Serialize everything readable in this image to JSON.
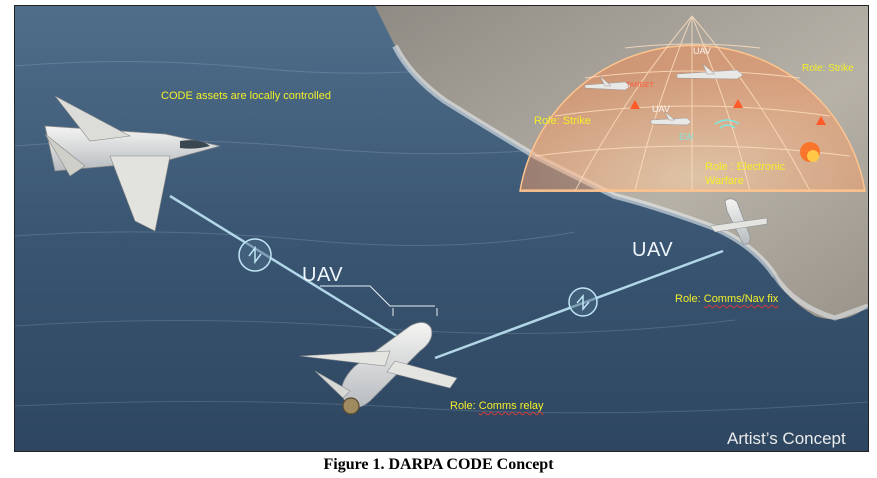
{
  "labels": {
    "code_assets": "CODE assets are locally  controlled",
    "uav_center": "UAV",
    "uav_right": "UAV",
    "role_comms_relay_prefix": "Role:  ",
    "role_comms_relay_value": "Comms relay",
    "role_comms_nav_prefix": "Role:  ",
    "role_comms_nav_value": "Comms/Nav fix",
    "role_ew_line1": "Role  :  Electronic",
    "role_ew_line2": "Warfare",
    "role_strike_left": "Role: Strike",
    "role_strike_right": "Role: Strike",
    "dome_uav": "UAV",
    "dome_uav2": "UAV",
    "dome_target": "TARGET",
    "dome_ew": "EW",
    "artist_concept": "Artist’s Concept"
  },
  "caption": "Figure 1. DARPA CODE Concept",
  "colors": {
    "sea": "#3d5a76",
    "label_yellow": "#f3ef2a",
    "link_line": "#bfe6f5",
    "dome": "#ff9a5a"
  },
  "icons": [
    "fighter-jet-icon",
    "uav-relay-icon",
    "uav-comms-nav-icon",
    "link-signal-icon",
    "target-marker-icon"
  ]
}
